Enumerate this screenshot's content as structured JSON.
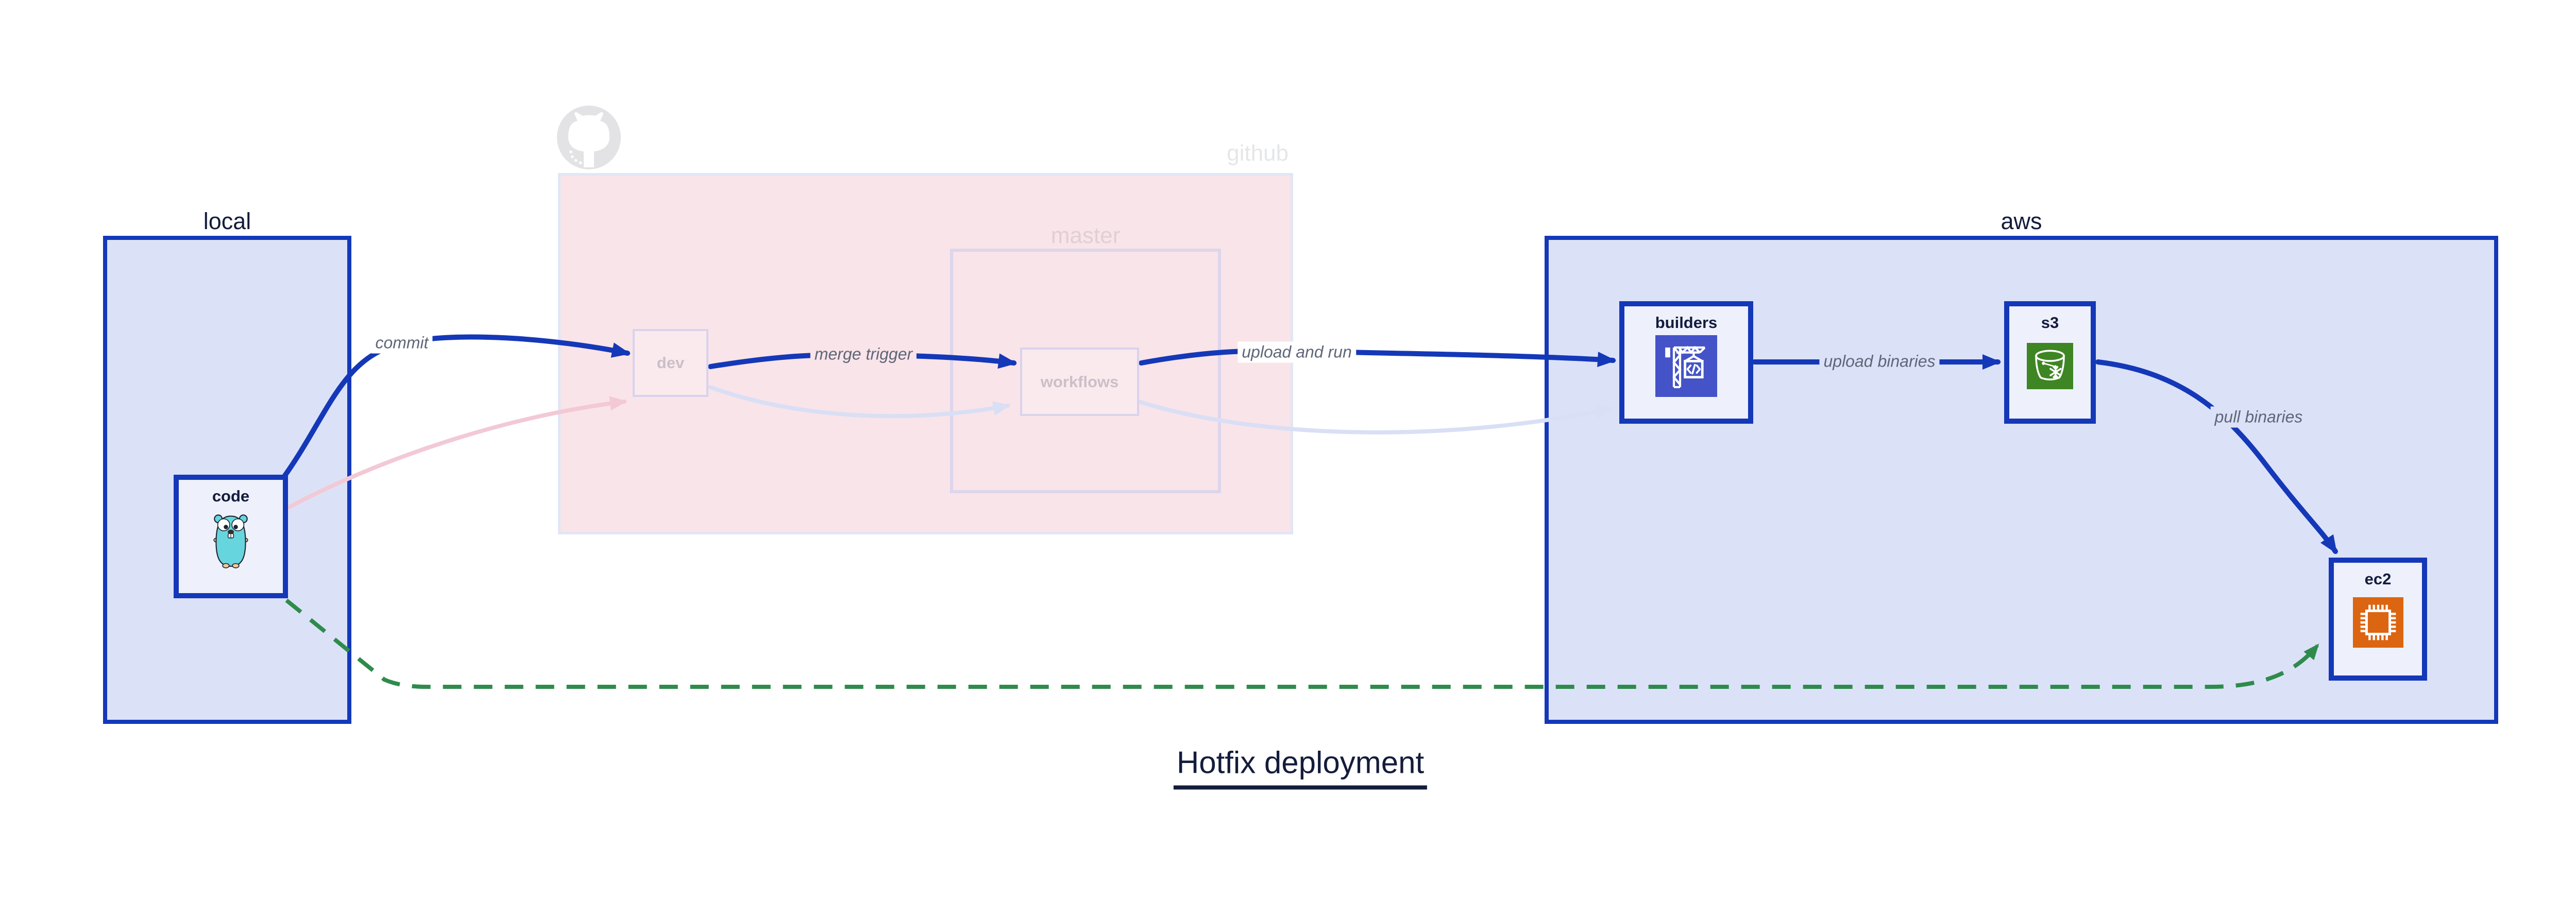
{
  "title": {
    "text": "Hotfix deployment"
  },
  "groups": {
    "local": {
      "label": "local"
    },
    "github": {
      "label": "github",
      "master": {
        "label": "master"
      }
    },
    "aws": {
      "label": "aws"
    }
  },
  "nodes": {
    "code": {
      "label": "code",
      "icon": "go-gopher-icon"
    },
    "dev": {
      "label": "dev",
      "icon": ""
    },
    "workflows": {
      "label": "workflows",
      "icon": ""
    },
    "builders": {
      "label": "builders",
      "icon": "aws-codebuild-icon"
    },
    "s3": {
      "label": "s3",
      "icon": "aws-s3-glacier-icon"
    },
    "ec2": {
      "label": "ec2",
      "icon": "aws-ec2-icon"
    }
  },
  "edges": [
    {
      "id": "commit",
      "from": "code",
      "to": "dev",
      "label": "commit",
      "style": "solid-blue"
    },
    {
      "id": "merge-trigger",
      "from": "dev",
      "to": "workflows",
      "label": "merge trigger",
      "style": "solid-blue"
    },
    {
      "id": "upload-and-run",
      "from": "workflows",
      "to": "builders",
      "label": "upload and run",
      "style": "solid-blue"
    },
    {
      "id": "upload-binaries",
      "from": "builders",
      "to": "s3",
      "label": "upload binaries",
      "style": "solid-blue"
    },
    {
      "id": "pull-binaries",
      "from": "s3",
      "to": "ec2",
      "label": "pull binaries",
      "style": "solid-blue"
    },
    {
      "id": "hotfix-direct-deploy",
      "from": "code",
      "to": "ec2",
      "label": "",
      "style": "dashed-green"
    },
    {
      "id": "faded-code-dev",
      "from": "code",
      "to": "dev",
      "label": "",
      "style": "faded-pink"
    },
    {
      "id": "faded-dev-workflows",
      "from": "dev",
      "to": "workflows",
      "label": "",
      "style": "faded-lavender"
    },
    {
      "id": "faded-workflows-builders",
      "from": "workflows",
      "to": "builders",
      "label": "",
      "style": "faded-lavender"
    }
  ],
  "colors": {
    "edge_blue": "#1438b8",
    "group_blue_fill": "#dbe2f8",
    "node_fill": "#eef1fc",
    "github_pink_fill": "#f9e4e9",
    "faded_pink_edge": "#f2c9d5",
    "faded_lavender_edge": "#d9dff5",
    "hotfix_green": "#2f8b4c",
    "navy_text": "#131c3b",
    "edge_label_gray": "#5f6678",
    "codebuild_indigo": "#4453c8",
    "s3_glacier_green": "#3e8523",
    "ec2_orange": "#dc6511",
    "gopher_teal": "#66d5de",
    "octocat_gray": "#e3e3e6"
  }
}
